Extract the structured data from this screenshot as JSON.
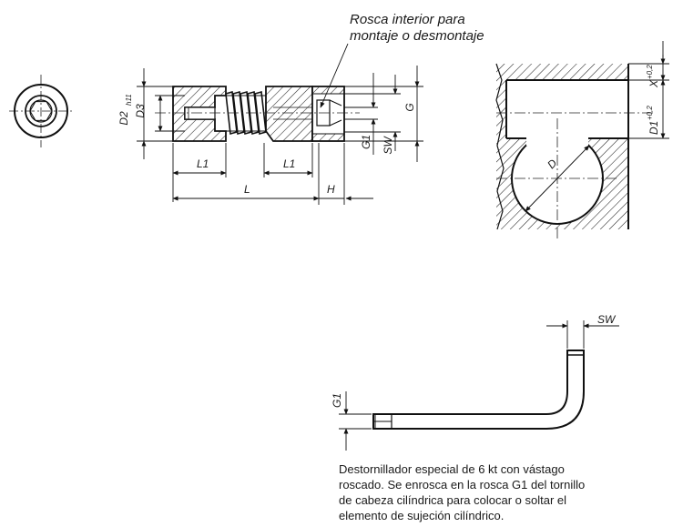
{
  "callout": {
    "line1": "Rosca interior para",
    "line2": "montaje o desmontaje"
  },
  "dimensions": {
    "d2": "D2",
    "d2_tol": "h11",
    "d3": "D3",
    "l1_left": "L1",
    "l1_right": "L1",
    "l": "L",
    "h": "H",
    "g": "G",
    "g1": "G1",
    "sw": "SW",
    "x": "X",
    "x_tol": "+0,2",
    "d1": "D1",
    "d1_tol": "+0,2",
    "d": "D",
    "key_sw": "SW",
    "key_g1": "G1"
  },
  "description": {
    "line1": "Destornillador especial de 6 kt con vástago",
    "line2": "roscado. Se enrosca en la rosca G1 del tornillo",
    "line3": "de cabeza cilíndrica para colocar o soltar el",
    "line4": "elemento de sujeción cilíndrico."
  }
}
